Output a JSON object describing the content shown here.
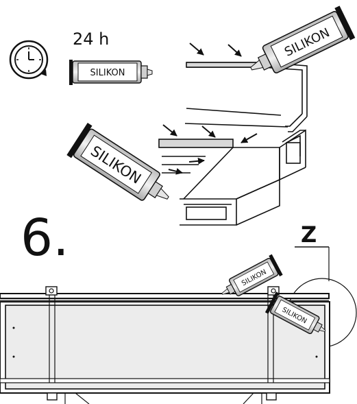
{
  "header": {
    "time_label": "24 h"
  },
  "tubes": {
    "small_label": "SILIKON",
    "top_label": "SILIKON",
    "left_label": "SILIKON",
    "bottom_a_label": "SILIKON",
    "bottom_b_label": "SILIKON"
  },
  "step": {
    "number": "6."
  },
  "detail": {
    "marker": "Z"
  },
  "icons": [
    "clock-icon",
    "silicone-tube-icon",
    "arrow-icon"
  ],
  "colors": {
    "ink": "#111111",
    "panel_fill": "#ececec",
    "tube_fill": "#d4d4d4"
  }
}
